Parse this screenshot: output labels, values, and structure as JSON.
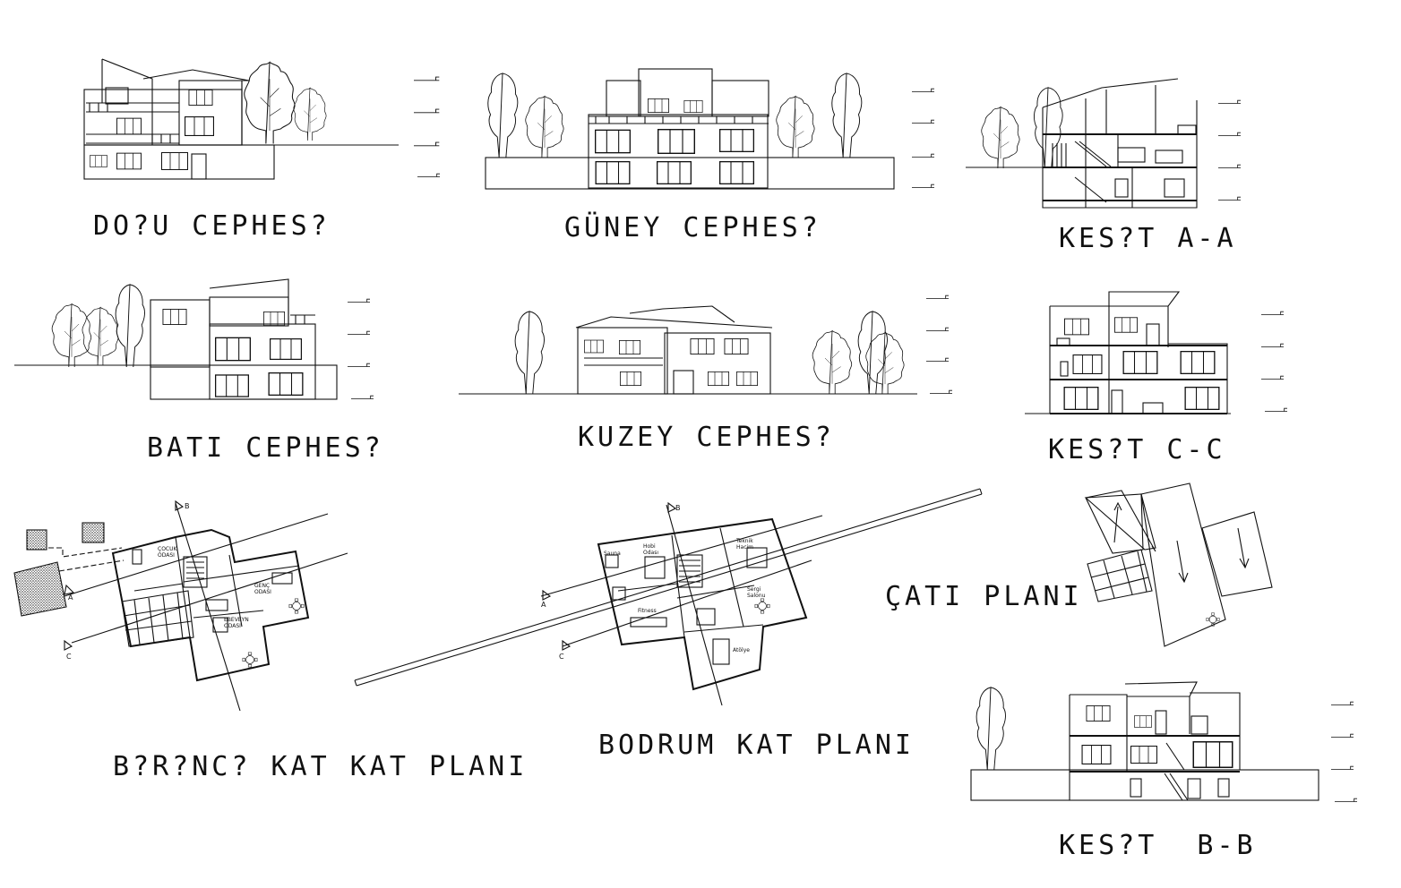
{
  "drawing_titles": {
    "dogu": "DO?U CEPHES?",
    "guney": "GÜNEY CEPHES?",
    "kesit_aa": "KES?T A-A",
    "bati": "BATI CEPHES?",
    "kuzey": "KUZEY CEPHES?",
    "kesit_cc": "KES?T C-C",
    "birinci": "B?R?NC? KAT KAT PLANI",
    "bodrum": "BODRUM KAT PLANI",
    "cati": "ÇATI PLANI",
    "kesit_bb": "KES?T  B-B"
  },
  "section_markers": {
    "a": "A",
    "b": "B",
    "c": "C"
  },
  "room_labels": {
    "cocuk_1": "ÇOCUK",
    "cocuk_2": "ODASI",
    "genc_1": "GENÇ",
    "genc_2": "ODASI",
    "ebeveyn_1": "EBEVEYN",
    "ebeveyn_2": "ODASI",
    "hobi_1": "Hobi",
    "hobi_2": "Odası",
    "teknik_1": "Teknik",
    "teknik_2": "Hacim",
    "sauna": "Sauna",
    "sergi_1": "Sergi",
    "sergi_2": "Salonu",
    "fitness": "Fitness",
    "atolye": "Atölye"
  },
  "colors": {
    "ink": "#111111",
    "paper": "#ffffff"
  }
}
